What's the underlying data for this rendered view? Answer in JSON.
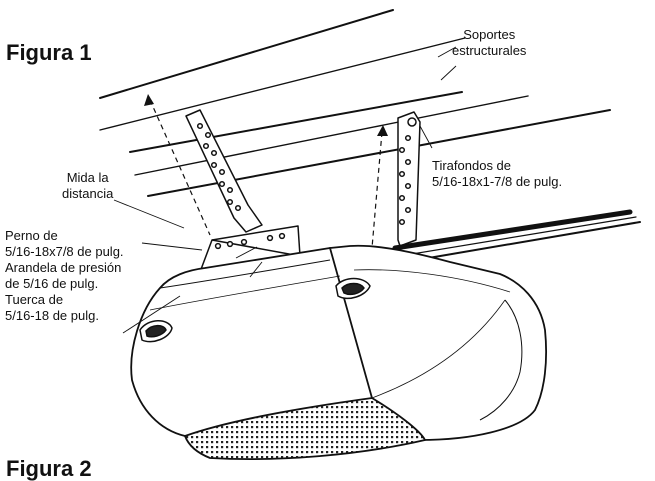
{
  "figure1_title": "Figura 1",
  "figure2_title": "Figura 2",
  "labels": {
    "structural_supports": [
      "Soportes",
      "estructurales"
    ],
    "measure_distance": [
      "Mida la",
      "distancia"
    ],
    "lag_screws": [
      "Tirafondos de",
      "5/16-18x1-7/8 de pulg."
    ],
    "hardware": [
      "Perno de",
      "5/16-18x7/8 de pulg.",
      "Arandela de presión",
      "de 5/16 de pulg.",
      "Tuerca de",
      "5/16-18 de pulg."
    ]
  }
}
